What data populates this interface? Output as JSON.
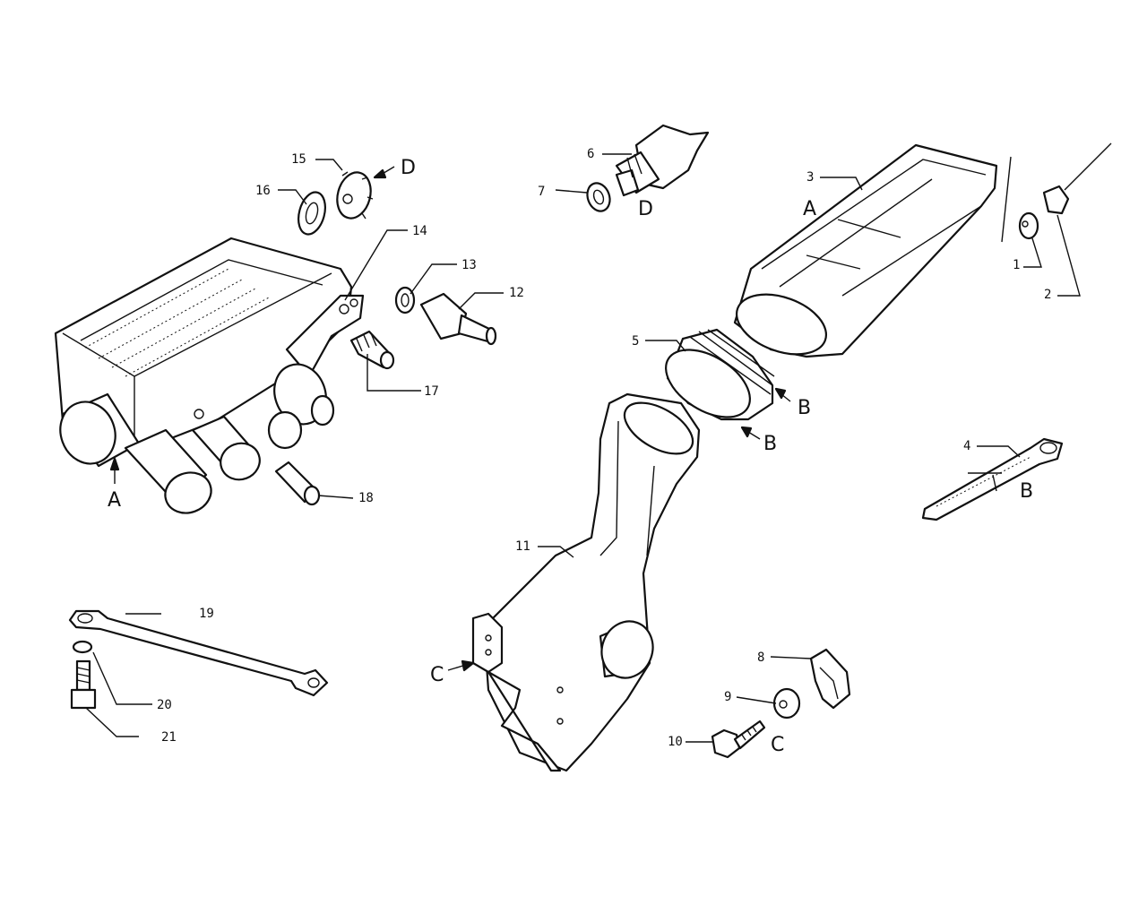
{
  "diagram": {
    "part_numbers": [
      "1",
      "2",
      "3",
      "4",
      "5",
      "6",
      "7",
      "8",
      "9",
      "10",
      "11",
      "12",
      "13",
      "14",
      "15",
      "16",
      "17",
      "18",
      "19",
      "20",
      "21"
    ],
    "reference_letters": {
      "intercooler_a": "A",
      "duct_a": "A",
      "hose_b1": "B",
      "hose_b2": "B",
      "strap_b": "B",
      "bracket_c": "C",
      "bolt_c": "C",
      "grommet_d": "D",
      "sensor_d": "D"
    }
  }
}
